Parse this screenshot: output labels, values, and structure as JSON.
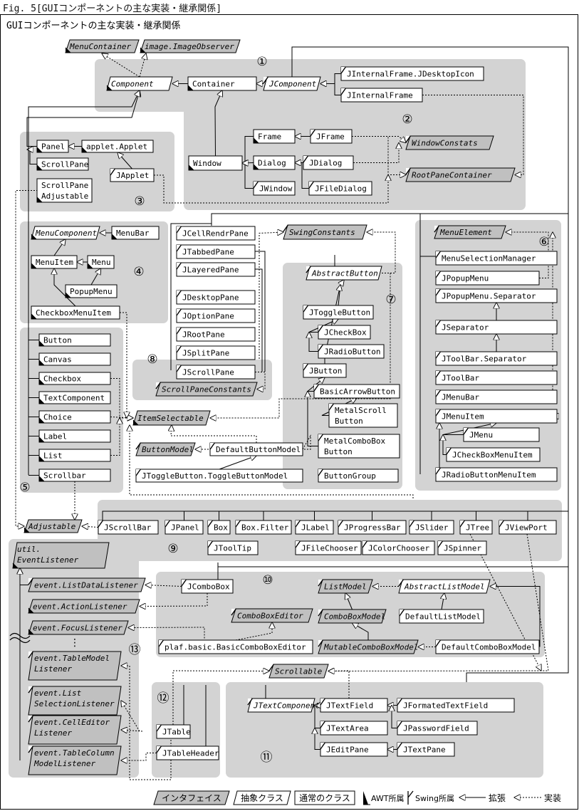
{
  "figure_label": "Fig. 5[GUIコンポーネントの主な実装・継承関係]",
  "title": "GUIコンポーネントの主な実装・継承関係",
  "groups": [
    {
      "id": "g1",
      "number": "①"
    },
    {
      "id": "g2",
      "number": "②"
    },
    {
      "id": "g3",
      "number": "③"
    },
    {
      "id": "g4",
      "number": "④"
    },
    {
      "id": "g5",
      "number": "⑤"
    },
    {
      "id": "g6",
      "number": "⑥"
    },
    {
      "id": "g7",
      "number": "⑦"
    },
    {
      "id": "g8",
      "number": "⑧"
    },
    {
      "id": "g9",
      "number": "⑨"
    },
    {
      "id": "g10",
      "number": "⑩"
    },
    {
      "id": "g11",
      "number": "⑪"
    },
    {
      "id": "g12",
      "number": "⑫"
    },
    {
      "id": "g13",
      "number": "⑬"
    }
  ],
  "nodes": [
    {
      "id": "MenuContainer",
      "label": "MenuContainer",
      "kind": "interface",
      "lib": "awt"
    },
    {
      "id": "ImageObserver",
      "label": "image.ImageObserver",
      "kind": "interface",
      "lib": "awt"
    },
    {
      "id": "Component",
      "label": "Component",
      "kind": "abstract",
      "lib": "awt"
    },
    {
      "id": "Container",
      "label": "Container",
      "kind": "class",
      "lib": "awt"
    },
    {
      "id": "JComponent",
      "label": "JComponent",
      "kind": "abstract",
      "lib": "swing"
    },
    {
      "id": "JInternalFrameJDesktopIcon",
      "label": "JInternalFrame.JDesktopIcon",
      "kind": "class",
      "lib": "swing"
    },
    {
      "id": "JInternalFrame",
      "label": "JInternalFrame",
      "kind": "class",
      "lib": "swing"
    },
    {
      "id": "Frame",
      "label": "Frame",
      "kind": "class",
      "lib": "awt"
    },
    {
      "id": "JFrame",
      "label": "JFrame",
      "kind": "class",
      "lib": "swing"
    },
    {
      "id": "WindowConstats",
      "label": "WindowConstats",
      "kind": "interface",
      "lib": "swing"
    },
    {
      "id": "Window",
      "label": "Window",
      "kind": "class",
      "lib": "awt"
    },
    {
      "id": "Dialog",
      "label": "Dialog",
      "kind": "class",
      "lib": "awt"
    },
    {
      "id": "JDialog",
      "label": "JDialog",
      "kind": "class",
      "lib": "swing"
    },
    {
      "id": "RootPaneContainer",
      "label": "RootPaneContainer",
      "kind": "interface",
      "lib": "swing"
    },
    {
      "id": "JWindow",
      "label": "JWindow",
      "kind": "class",
      "lib": "swing"
    },
    {
      "id": "JFileDialog",
      "label": "JFileDialog",
      "kind": "class",
      "lib": "swing"
    },
    {
      "id": "Panel",
      "label": "Panel",
      "kind": "class",
      "lib": "awt"
    },
    {
      "id": "Applet",
      "label": "applet.Applet",
      "kind": "class",
      "lib": "awt"
    },
    {
      "id": "ScrollPane",
      "label": "ScrollPane",
      "kind": "class",
      "lib": "awt"
    },
    {
      "id": "JApplet",
      "label": "JApplet",
      "kind": "class",
      "lib": "swing"
    },
    {
      "id": "ScrollPaneAdjustable",
      "label": "ScrollPane|Adjustable",
      "kind": "class",
      "lib": "awt"
    },
    {
      "id": "MenuComponent",
      "label": "MenuComponent",
      "kind": "abstract",
      "lib": "awt"
    },
    {
      "id": "MenuBar",
      "label": "MenuBar",
      "kind": "class",
      "lib": "awt"
    },
    {
      "id": "MenuItem",
      "label": "MenuItem",
      "kind": "class",
      "lib": "awt"
    },
    {
      "id": "Menu",
      "label": "Menu",
      "kind": "class",
      "lib": "awt"
    },
    {
      "id": "PopupMenu",
      "label": "PopupMenu",
      "kind": "class",
      "lib": "awt"
    },
    {
      "id": "CheckboxMenuItem",
      "label": "CheckboxMenuItem",
      "kind": "class",
      "lib": "awt"
    },
    {
      "id": "Button",
      "label": "Button",
      "kind": "class",
      "lib": "awt"
    },
    {
      "id": "Canvas",
      "label": "Canvas",
      "kind": "class",
      "lib": "awt"
    },
    {
      "id": "Checkbox",
      "label": "Checkbox",
      "kind": "class",
      "lib": "awt"
    },
    {
      "id": "TextComponent",
      "label": "TextComponent",
      "kind": "class",
      "lib": "awt"
    },
    {
      "id": "Choice",
      "label": "Choice",
      "kind": "class",
      "lib": "awt"
    },
    {
      "id": "Label",
      "label": "Label",
      "kind": "class",
      "lib": "awt"
    },
    {
      "id": "List",
      "label": "List",
      "kind": "class",
      "lib": "awt"
    },
    {
      "id": "Scrollbar",
      "label": "Scrollbar",
      "kind": "class",
      "lib": "awt"
    },
    {
      "id": "JCellRendrPane",
      "label": "JCellRendrPane",
      "kind": "class",
      "lib": "swing"
    },
    {
      "id": "JTabbedPane",
      "label": "JTabbedPane",
      "kind": "class",
      "lib": "swing"
    },
    {
      "id": "JLayeredPane",
      "label": "JLayeredPane",
      "kind": "class",
      "lib": "swing"
    },
    {
      "id": "JDesktopPane",
      "label": "JDesktopPane",
      "kind": "class",
      "lib": "swing"
    },
    {
      "id": "JOptionPane",
      "label": "JOptionPane",
      "kind": "class",
      "lib": "swing"
    },
    {
      "id": "JRootPane",
      "label": "JRootPane",
      "kind": "class",
      "lib": "swing"
    },
    {
      "id": "JSplitPane",
      "label": "JSplitPane",
      "kind": "class",
      "lib": "swing"
    },
    {
      "id": "JScrollPane",
      "label": "JScrollPane",
      "kind": "class",
      "lib": "swing"
    },
    {
      "id": "ScrollPaneConstants",
      "label": "ScrollPaneConstants",
      "kind": "interface",
      "lib": "swing"
    },
    {
      "id": "SwingConstants",
      "label": "SwingConstants",
      "kind": "interface",
      "lib": "swing"
    },
    {
      "id": "AbstractButton",
      "label": "AbstractButton",
      "kind": "abstract",
      "lib": "swing"
    },
    {
      "id": "JToggleButton",
      "label": "JToggleButton",
      "kind": "class",
      "lib": "swing"
    },
    {
      "id": "JCheckBox",
      "label": "JCheckBox",
      "kind": "class",
      "lib": "swing"
    },
    {
      "id": "JRadioButton",
      "label": "JRadioButton",
      "kind": "class",
      "lib": "swing"
    },
    {
      "id": "JButton",
      "label": "JButton",
      "kind": "class",
      "lib": "swing"
    },
    {
      "id": "BasicArrowButton",
      "label": "BasicArrowButton",
      "kind": "class",
      "lib": "swing"
    },
    {
      "id": "MetalScrollButton",
      "label": "MetalScroll|Button",
      "kind": "class",
      "lib": "swing"
    },
    {
      "id": "MetalComboBoxButton",
      "label": "MetalComboBox|Button",
      "kind": "class",
      "lib": "swing"
    },
    {
      "id": "ButtonGroup",
      "label": "ButtonGroup",
      "kind": "class",
      "lib": "swing"
    },
    {
      "id": "MenuElement",
      "label": "MenuElement",
      "kind": "interface",
      "lib": "swing"
    },
    {
      "id": "MenuSelectionManager",
      "label": "MenuSelectionManager",
      "kind": "class",
      "lib": "swing"
    },
    {
      "id": "JPopupMenu",
      "label": "JPopupMenu",
      "kind": "class",
      "lib": "swing"
    },
    {
      "id": "JPopupMenuSeparator",
      "label": "JPopupMenu.Separator",
      "kind": "class",
      "lib": "swing"
    },
    {
      "id": "JSeparator",
      "label": "JSeparator",
      "kind": "class",
      "lib": "swing"
    },
    {
      "id": "JToolBarSeparator",
      "label": "JToolBar.Separator",
      "kind": "class",
      "lib": "swing"
    },
    {
      "id": "JToolBar",
      "label": "JToolBar",
      "kind": "class",
      "lib": "swing"
    },
    {
      "id": "JMenuBar",
      "label": "JMenuBar",
      "kind": "class",
      "lib": "swing"
    },
    {
      "id": "JMenuItem",
      "label": "JMenuItem",
      "kind": "class",
      "lib": "swing"
    },
    {
      "id": "JMenu",
      "label": "JMenu",
      "kind": "class",
      "lib": "swing"
    },
    {
      "id": "JCheckBoxMenuItem",
      "label": "JCheckBoxMenuItem",
      "kind": "class",
      "lib": "swing"
    },
    {
      "id": "JRadioButtonMenuItem",
      "label": "JRadioButtonMenuItem",
      "kind": "class",
      "lib": "swing"
    },
    {
      "id": "ItemSelectable",
      "label": "ItemSelectable",
      "kind": "interface",
      "lib": "awt"
    },
    {
      "id": "ButtonModel",
      "label": "ButtonModel",
      "kind": "interface",
      "lib": "swing"
    },
    {
      "id": "DefaultButtonModel",
      "label": "DefaultButtonModel",
      "kind": "class",
      "lib": "swing"
    },
    {
      "id": "ToggleButtonModel",
      "label": "JToggleButton.ToggleButtonModel",
      "kind": "class",
      "lib": "swing"
    },
    {
      "id": "Adjustable",
      "label": "Adjustable",
      "kind": "interface",
      "lib": "awt"
    },
    {
      "id": "JScrollBar",
      "label": "JScrollBar",
      "kind": "class",
      "lib": "swing"
    },
    {
      "id": "JPanel",
      "label": "JPanel",
      "kind": "class",
      "lib": "swing"
    },
    {
      "id": "Box",
      "label": "Box",
      "kind": "class",
      "lib": "swing"
    },
    {
      "id": "BoxFilter",
      "label": "Box.Filter",
      "kind": "class",
      "lib": "swing"
    },
    {
      "id": "JLabel",
      "label": "JLabel",
      "kind": "class",
      "lib": "swing"
    },
    {
      "id": "JProgressBar",
      "label": "JProgressBar",
      "kind": "class",
      "lib": "swing"
    },
    {
      "id": "JSlider",
      "label": "JSlider",
      "kind": "class",
      "lib": "swing"
    },
    {
      "id": "JTree",
      "label": "JTree",
      "kind": "class",
      "lib": "swing"
    },
    {
      "id": "JViewPort",
      "label": "JViewPort",
      "kind": "class",
      "lib": "swing"
    },
    {
      "id": "JToolTip",
      "label": "JToolTip",
      "kind": "class",
      "lib": "swing"
    },
    {
      "id": "JFileChooser",
      "label": "JFileChooser",
      "kind": "class",
      "lib": "swing"
    },
    {
      "id": "JColorChooser",
      "label": "JColorChooser",
      "kind": "class",
      "lib": "swing"
    },
    {
      "id": "JSpinner",
      "label": "JSpinner",
      "kind": "class",
      "lib": "swing"
    },
    {
      "id": "EventListener",
      "label": "util.|EventListener",
      "kind": "interface",
      "lib": "awt"
    },
    {
      "id": "ListDataListener",
      "label": "event.ListDataListener",
      "kind": "interface",
      "lib": "swing"
    },
    {
      "id": "ActionListener",
      "label": "event.ActionListener",
      "kind": "interface",
      "lib": "awt"
    },
    {
      "id": "FocusListener",
      "label": "event.FocusListener",
      "kind": "interface",
      "lib": "awt"
    },
    {
      "id": "TableModelListener",
      "label": "event.TableModel|Listener",
      "kind": "interface",
      "lib": "swing"
    },
    {
      "id": "ListSelectionListener",
      "label": "event.List|SelectionListener",
      "kind": "interface",
      "lib": "swing"
    },
    {
      "id": "CellEditorListener",
      "label": "event.CellEditor|Listener",
      "kind": "interface",
      "lib": "swing"
    },
    {
      "id": "TableColumnModelListener",
      "label": "event.TableColumn|ModelListener",
      "kind": "interface",
      "lib": "swing"
    },
    {
      "id": "JComboBox",
      "label": "JComboBox",
      "kind": "class",
      "lib": "swing"
    },
    {
      "id": "ListModel",
      "label": "ListModel",
      "kind": "interface",
      "lib": "swing"
    },
    {
      "id": "AbstractListModel",
      "label": "AbstractListModel",
      "kind": "abstract",
      "lib": "swing"
    },
    {
      "id": "ComboBoxModel",
      "label": "ComboBoxModel",
      "kind": "interface",
      "lib": "swing"
    },
    {
      "id": "DefaultListModel",
      "label": "DefaultListModel",
      "kind": "class",
      "lib": "swing"
    },
    {
      "id": "ComboBoxEditor",
      "label": "ComboBoxEditor",
      "kind": "interface",
      "lib": "swing"
    },
    {
      "id": "BasicComboBoxEditor",
      "label": "plaf.basic.BasicComboBoxEditor",
      "kind": "class",
      "lib": "swing"
    },
    {
      "id": "MutableComboBoxModel",
      "label": "MutableComboBoxModel",
      "kind": "interface",
      "lib": "swing"
    },
    {
      "id": "DefaultComboBoxModel",
      "label": "DefaultComboBoxModel",
      "kind": "class",
      "lib": "swing"
    },
    {
      "id": "Scrollable",
      "label": "Scrollable",
      "kind": "interface",
      "lib": "swing"
    },
    {
      "id": "JTable",
      "label": "JTable",
      "kind": "class",
      "lib": "swing"
    },
    {
      "id": "JTableHeader",
      "label": "JTableHeader",
      "kind": "class",
      "lib": "swing"
    },
    {
      "id": "JTextComponent",
      "label": "JTextComponent",
      "kind": "abstract",
      "lib": "swing"
    },
    {
      "id": "JTextField",
      "label": "JTextField",
      "kind": "class",
      "lib": "swing"
    },
    {
      "id": "JFormatedTextField",
      "label": "JFormatedTextField",
      "kind": "class",
      "lib": "swing"
    },
    {
      "id": "JPasswordField",
      "label": "JPasswordField",
      "kind": "class",
      "lib": "swing"
    },
    {
      "id": "JTextArea",
      "label": "JTextArea",
      "kind": "class",
      "lib": "swing"
    },
    {
      "id": "JEditPane",
      "label": "JEditPane",
      "kind": "class",
      "lib": "swing"
    },
    {
      "id": "JTextPane",
      "label": "JTextPane",
      "kind": "class",
      "lib": "swing"
    }
  ],
  "ellipsis": "⋮",
  "legend": {
    "interface": "インタフェイス",
    "abstract": "抽象クラス",
    "class": "通常のクラス",
    "awt": "AWT所属",
    "swing": "Swing所属",
    "extends": "拡張",
    "implements": "実装"
  }
}
